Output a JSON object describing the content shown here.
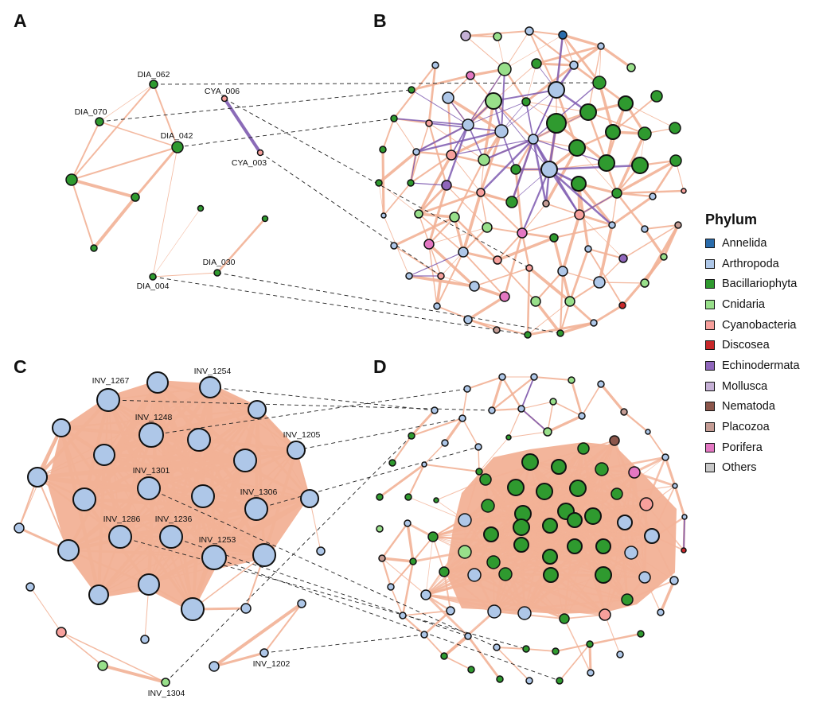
{
  "panels": {
    "a": "A",
    "b": "B",
    "c": "C",
    "d": "D"
  },
  "node_labels": {
    "a": [
      "DIA_062",
      "DIA_070",
      "CYA_006",
      "DIA_042",
      "CYA_003",
      "DIA_030",
      "DIA_004"
    ],
    "c": [
      "INV_1267",
      "INV_1254",
      "INV_1248",
      "INV_1205",
      "INV_1301",
      "INV_1306",
      "INV_1286",
      "INV_1236",
      "INV_1253",
      "INV_1304",
      "INV_1202"
    ]
  },
  "legend": {
    "title": "Phylum",
    "items": [
      {
        "label": "Annelida",
        "color": "#2a6cab"
      },
      {
        "label": "Arthropoda",
        "color": "#aec7e8"
      },
      {
        "label": "Bacillariophyta",
        "color": "#2f9a2f"
      },
      {
        "label": "Cnidaria",
        "color": "#98df8a"
      },
      {
        "label": "Cyanobacteria",
        "color": "#f7a09c"
      },
      {
        "label": "Discosea",
        "color": "#c8282a"
      },
      {
        "label": "Echinodermata",
        "color": "#8f66bb"
      },
      {
        "label": "Mollusca",
        "color": "#c5b0d5"
      },
      {
        "label": "Nematoda",
        "color": "#8c564b"
      },
      {
        "label": "Placozoa",
        "color": "#c49c94"
      },
      {
        "label": "Porifera",
        "color": "#e377c2"
      },
      {
        "label": "Others",
        "color": "#c7c7c7"
      }
    ]
  },
  "edge_colors": {
    "positive": "#f2b196",
    "negative": "#7e5bb0",
    "link": "#222222"
  }
}
